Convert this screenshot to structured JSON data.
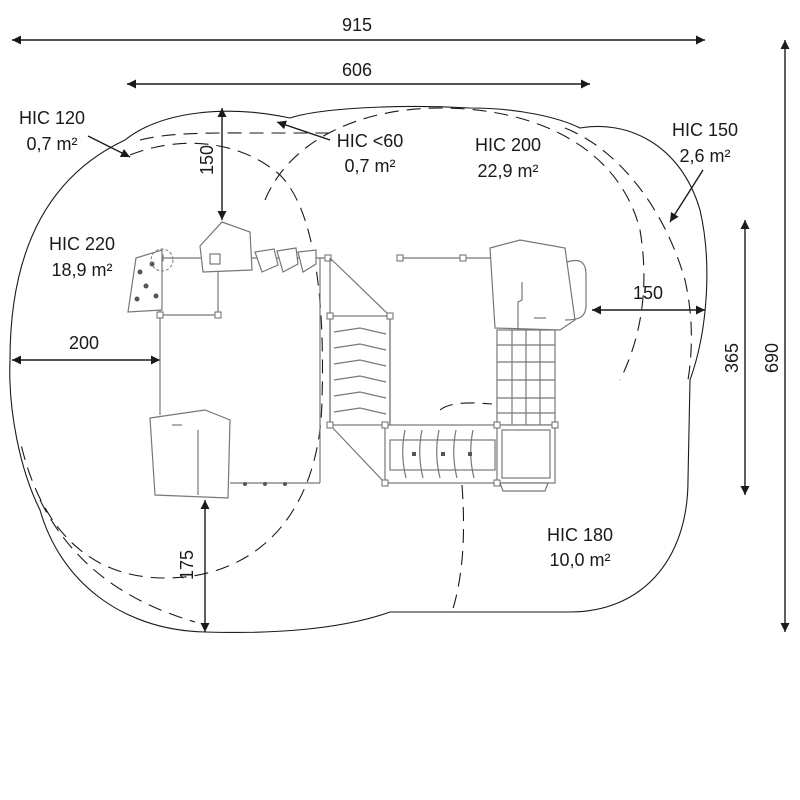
{
  "dimensions": {
    "total_width": "915",
    "structure_width": "606",
    "top_clearance": "150",
    "left_clearance": "200",
    "bottom_clearance": "175",
    "right_clearance": "150",
    "structure_depth": "365",
    "total_depth": "690"
  },
  "zones": {
    "hic120": {
      "label": "HIC 120",
      "area": "0,7 m²"
    },
    "hic_lt60": {
      "label": "HIC <60",
      "area": "0,7 m²"
    },
    "hic200": {
      "label": "HIC 200",
      "area": "22,9 m²"
    },
    "hic150": {
      "label": "HIC 150",
      "area": "2,6 m²"
    },
    "hic220": {
      "label": "HIC 220",
      "area": "18,9 m²"
    },
    "hic180": {
      "label": "HIC 180",
      "area": "10,0 m²"
    }
  },
  "colors": {
    "line": "#1a1a1a",
    "equipment": "#777777",
    "background": "#ffffff"
  }
}
